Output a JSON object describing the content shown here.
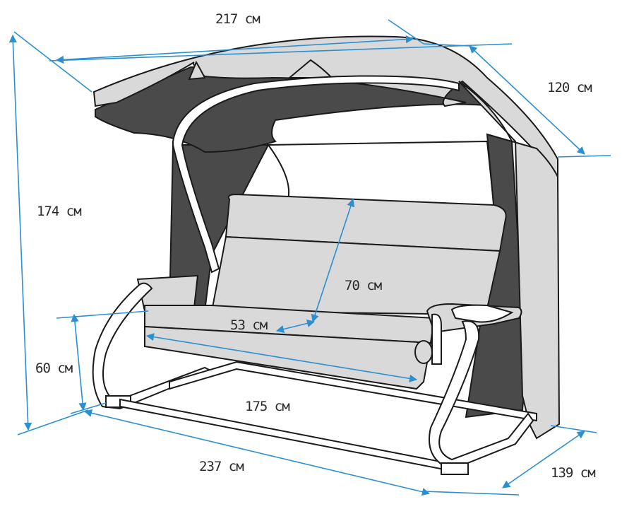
{
  "colors": {
    "dimension_line": "#2b8fd0",
    "outline": "#1a1a1a",
    "cover_fill": "#d9d9d9",
    "shadow_fill": "#4a4a4a",
    "frame_fill": "#ffffff",
    "label_text": "#2a2a2a"
  },
  "dimensions": {
    "canopy_width": "217 см",
    "canopy_depth": "120 см",
    "total_height": "174 см",
    "backrest_height": "70 см",
    "seat_depth": "53 см",
    "seat_height": "60 см",
    "seat_width": "175 см",
    "base_width": "237 см",
    "base_depth": "139 см"
  }
}
